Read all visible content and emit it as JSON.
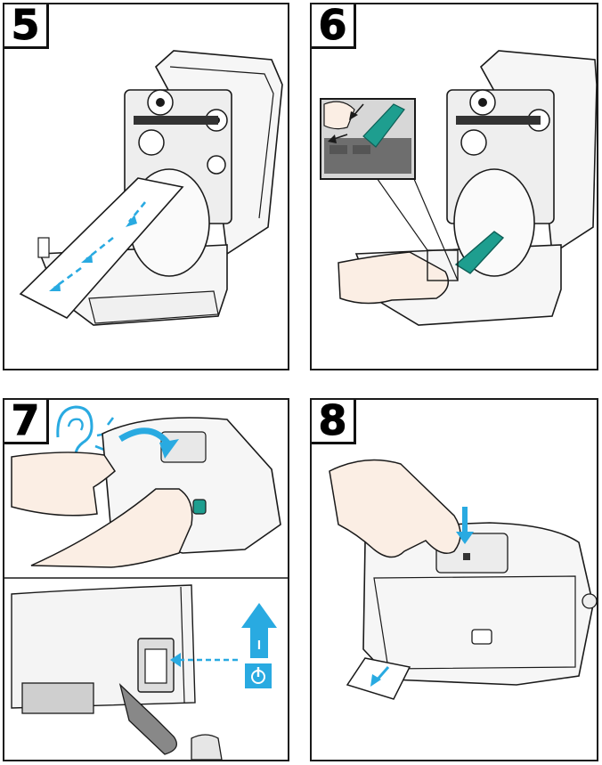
{
  "steps": [
    {
      "number": "5"
    },
    {
      "number": "6"
    },
    {
      "number": "7",
      "power_on_symbol": "I"
    },
    {
      "number": "8"
    }
  ],
  "colors": {
    "accent": "#29aae1",
    "latch": "#1e9e8f",
    "outline": "#1a1a1a",
    "skin": "#fbeee4",
    "printer": "#f6f6f6"
  },
  "icons": [
    "ear-icon",
    "arrow-down-icon",
    "power-icon",
    "media-arrow-icon"
  ]
}
